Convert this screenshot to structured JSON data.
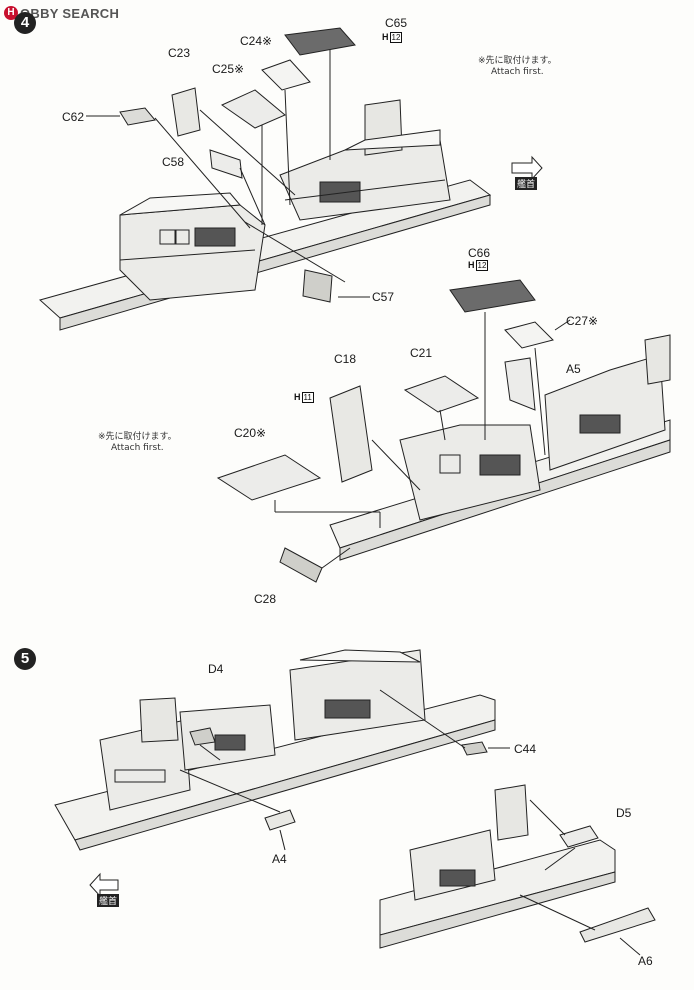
{
  "watermark": {
    "badge": "H",
    "text": "OBBY SEARCH"
  },
  "steps": {
    "s4": "4",
    "s5": "5"
  },
  "notes": {
    "attach_first_top_jp": "※先に取付けます。",
    "attach_first_top_en": "Attach first.",
    "attach_first_mid_jp": "※先に取付けます。",
    "attach_first_mid_en": "Attach first."
  },
  "bow_labels": {
    "top": "艦首",
    "bottom": "艦首"
  },
  "parts": {
    "C65": "C65",
    "C24": "C24※",
    "C25": "C25※",
    "C23": "C23",
    "C62": "C62",
    "C58": "C58",
    "C57": "C57",
    "C66": "C66",
    "C27": "C27※",
    "A5": "A5",
    "C21": "C21",
    "C18": "C18",
    "C20": "C20※",
    "C28": "C28",
    "D4": "D4",
    "C44": "C44",
    "A4": "A4",
    "D5": "D5",
    "A6": "A6"
  },
  "paint_refs": {
    "c65_ref": "H",
    "c65_num": "12",
    "c66_ref": "H",
    "c66_num": "12",
    "c18_ref": "H",
    "c18_num": "11"
  },
  "colors": {
    "ink": "#1a1a1a",
    "gray_part": "#6b6b6b",
    "badge_red": "#c8102e"
  }
}
